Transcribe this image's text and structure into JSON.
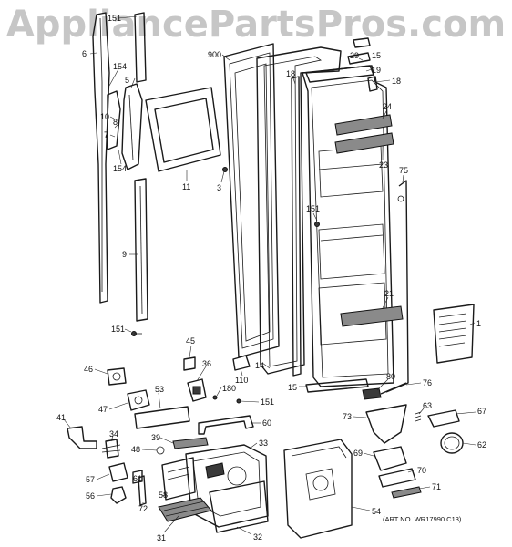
{
  "watermark": "AppliancePartsPros.com",
  "art_number": "(ART NO. WR17990 C13)",
  "labels": {
    "l151a": "151",
    "l6": "6",
    "l154a": "154",
    "l5": "5",
    "l10": "10",
    "l8": "8",
    "l7": "7",
    "l154b": "154",
    "l11": "11",
    "l3": "3",
    "l9": "9",
    "l151b": "151",
    "l900": "900",
    "l18a": "18",
    "l29": "29",
    "l15a": "15",
    "l19": "19",
    "l18b": "18",
    "l24": "24",
    "l23": "23",
    "l75": "75",
    "l151c": "151",
    "l21": "21",
    "l1": "1",
    "l14": "14",
    "l15b": "15",
    "l80": "80",
    "l76": "76",
    "l45": "45",
    "l46": "46",
    "l36": "36",
    "l110": "110",
    "l180": "180",
    "l151d": "151",
    "l53": "53",
    "l47": "47",
    "l41": "41",
    "l39": "39",
    "l60": "60",
    "l34": "34",
    "l48": "48",
    "l33": "33",
    "l57": "57",
    "l61": "61",
    "l56": "56",
    "l72": "72",
    "l58": "58",
    "l31": "31",
    "l32": "32",
    "l54": "54",
    "l73": "73",
    "l63": "63",
    "l67": "67",
    "l62": "62",
    "l69": "69",
    "l70": "70",
    "l71": "71"
  }
}
